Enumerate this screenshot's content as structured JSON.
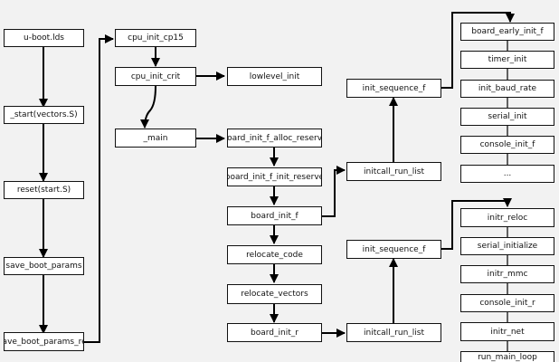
{
  "nodes": {
    "u_boot_lds": "u-boot.lds",
    "start_vectors": "_start(vectors.S)",
    "reset_start": "reset(start.S)",
    "save_boot_params": "save_boot_params",
    "save_boot_params_ret": "save_boot_params_ret",
    "cpu_init_cp15": "cpu_init_cp15",
    "cpu_init_crit": "cpu_init_crit",
    "lowlevel_init": "lowlevel_init",
    "main": "_main",
    "board_init_f_alloc_reserve": "board_init_f_alloc_reserve",
    "board_init_f_init_reserve": "board_init_f_init_reserve",
    "board_init_f": "board_init_f",
    "relocate_code": "relocate_code",
    "relocate_vectors": "relocate_vectors",
    "board_init_r": "board_init_r",
    "init_sequence_f_top": "init_sequence_f",
    "initcall_run_list_top": "initcall_run_list",
    "init_sequence_f_bottom": "init_sequence_f",
    "initcall_run_list_bottom": "initcall_run_list",
    "board_early_init_f": "board_early_init_f",
    "timer_init": "timer_init",
    "init_baud_rate": "init_baud_rate",
    "serial_init": "serial_init",
    "console_init_f": "console_init_f",
    "ellipsis": "...",
    "initr_reloc": "initr_reloc",
    "serial_initialize": "serial_initialize",
    "initr_mmc": "initr_mmc",
    "console_init_r": "console_init_r",
    "initr_net": "initr_net",
    "run_main_loop": "run_main_loop"
  }
}
